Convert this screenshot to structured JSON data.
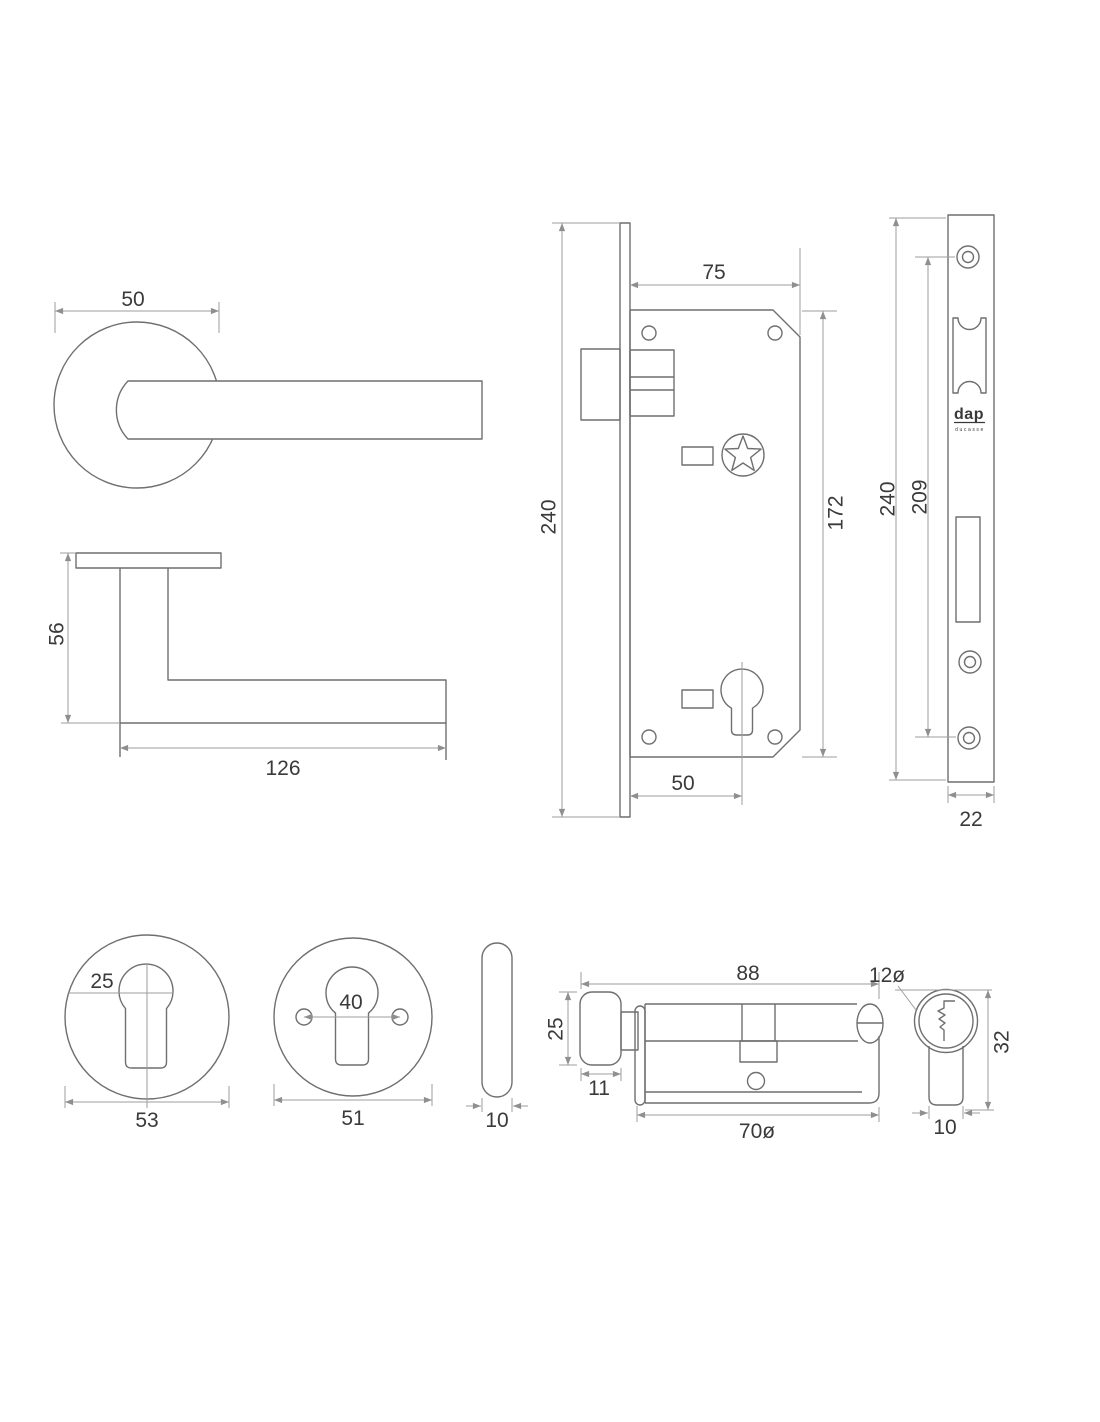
{
  "colors": {
    "background": "#ffffff",
    "object_line": "#6f6f6f",
    "dimension_line": "#9e9e9e",
    "text": "#3a3a3a"
  },
  "views": {
    "handle_front": {
      "rose_diameter": "50"
    },
    "handle_side": {
      "height": "56",
      "length": "126"
    },
    "lock_case": {
      "case_width": "75",
      "faceplate_height": "240",
      "case_height": "172",
      "backset": "50"
    },
    "strike_faceplate": {
      "height": "240",
      "screw_spacing": "209",
      "width": "22",
      "logo": "dap",
      "logo_subtext": "ducasse"
    },
    "escutcheon_front": {
      "hole_width": "25",
      "diameter": "53"
    },
    "escutcheon_back": {
      "screw_spacing": "40",
      "diameter": "51"
    },
    "escutcheon_side": {
      "thickness": "10"
    },
    "cylinder_front": {
      "total_length": "88",
      "thumbturn_height": "25",
      "thumbturn_depth": "11",
      "body_length": "70ø"
    },
    "cylinder_side": {
      "bore_diameter": "12ø",
      "height": "32",
      "width": "10"
    }
  }
}
